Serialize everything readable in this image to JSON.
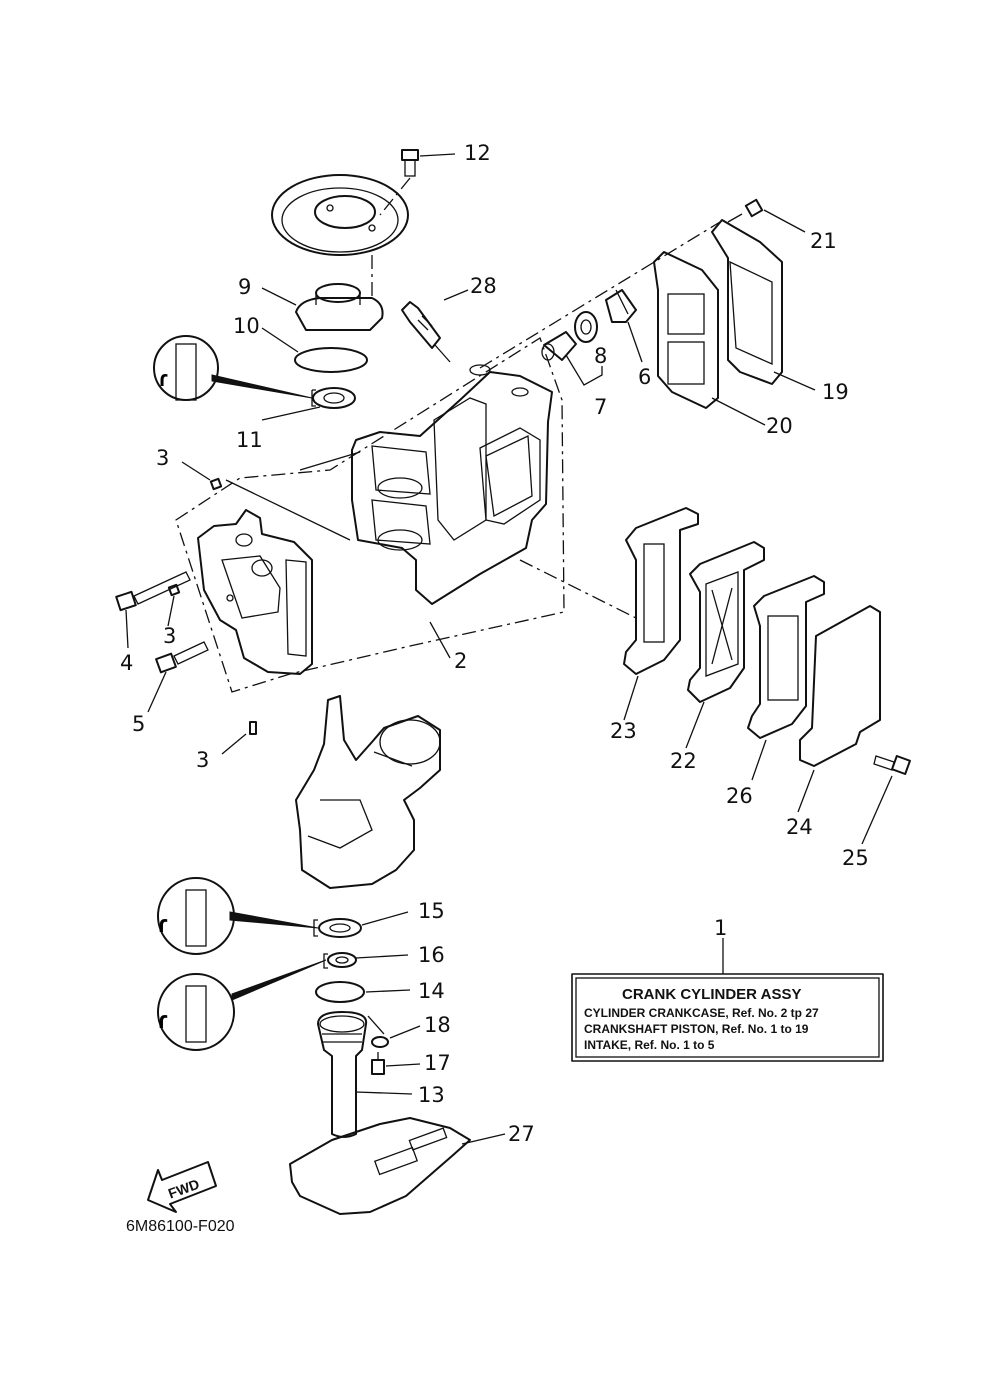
{
  "callouts": {
    "c1": "1",
    "c2": "2",
    "c3a": "3",
    "c3b": "3",
    "c3c": "3",
    "c4": "4",
    "c5": "5",
    "c6": "6",
    "c7": "7",
    "c8": "8",
    "c9": "9",
    "c10": "10",
    "c11": "11",
    "c12": "12",
    "c13": "13",
    "c14": "14",
    "c15": "15",
    "c16": "16",
    "c17": "17",
    "c18": "18",
    "c19": "19",
    "c20": "20",
    "c21": "21",
    "c22": "22",
    "c23": "23",
    "c24": "24",
    "c25": "25",
    "c26": "26",
    "c27": "27",
    "c28": "28"
  },
  "assy_box": {
    "title": "CRANK CYLINDER ASSY",
    "lines": [
      "CYLINDER CRANKCASE,  Ref. No. 2 tp 27",
      "CRANKSHAFT PISTON,  Ref. No. 1 to 19",
      "INTAKE,  Ref. No. 1 to 5"
    ]
  },
  "fwd_label": "FWD",
  "diagram_code": "6M86100-F020"
}
